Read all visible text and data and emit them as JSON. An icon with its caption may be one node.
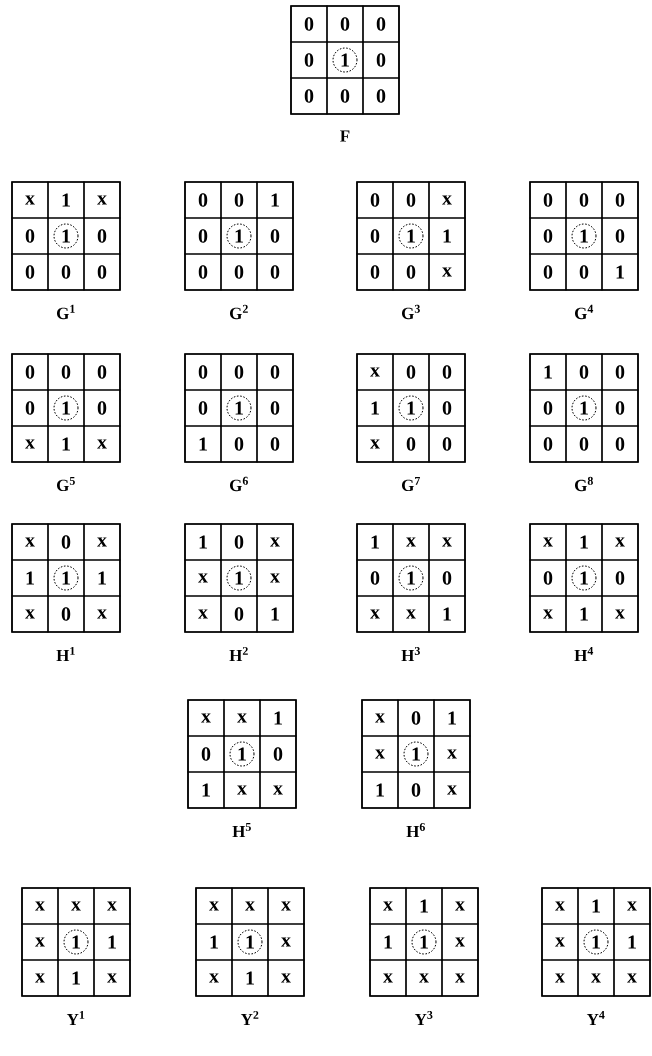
{
  "diagram": {
    "nodes": [
      {
        "text": [
          "F"
        ]
      },
      {
        "text": [
          "0"
        ],
        "in": 0
      },
      {
        "text": [
          "0"
        ],
        "in": 0
      },
      {
        "text": [
          "0"
        ],
        "in": 0
      },
      {
        "text": [
          "0"
        ],
        "in": 0
      },
      {
        "text": [
          "1"
        ],
        "in": 0
      },
      {
        "text": [
          "0"
        ],
        "in": 0
      },
      {
        "text": [
          "0"
        ],
        "in": 0
      },
      {
        "text": [
          "0"
        ],
        "in": 0
      },
      {
        "text": [
          "0"
        ],
        "in": 0
      },
      {
        "text": [
          "G$^{1}$"
        ]
      },
      {
        "text": [
          "x"
        ],
        "in": 10
      },
      {
        "text": [
          "1"
        ],
        "in": 10
      },
      {
        "text": [
          "x"
        ],
        "in": 10
      },
      {
        "text": [
          "0"
        ],
        "in": 10
      },
      {
        "text": [
          "1"
        ],
        "in": 10
      },
      {
        "text": [
          "0"
        ],
        "in": 10
      },
      {
        "text": [
          "0"
        ],
        "in": 10
      },
      {
        "text": [
          "0"
        ],
        "in": 10
      },
      {
        "text": [
          "0"
        ],
        "in": 10
      },
      {
        "text": [
          "G$^{2}$"
        ]
      },
      {
        "text": [
          "0"
        ],
        "in": 20
      },
      {
        "text": [
          "0"
        ],
        "in": 20
      },
      {
        "text": [
          "1"
        ],
        "in": 20
      },
      {
        "text": [
          "0"
        ],
        "in": 20
      },
      {
        "text": [
          "1"
        ],
        "in": 20
      },
      {
        "text": [
          "0"
        ],
        "in": 20
      },
      {
        "text": [
          "0"
        ],
        "in": 20
      },
      {
        "text": [
          "0"
        ],
        "in": 20
      },
      {
        "text": [
          "0"
        ],
        "in": 20
      },
      {
        "text": [
          "G$^{3}$"
        ]
      },
      {
        "text": [
          "0"
        ],
        "in": 30
      },
      {
        "text": [
          "0"
        ],
        "in": 30
      },
      {
        "text": [
          "x"
        ],
        "in": 30
      },
      {
        "text": [
          "0"
        ],
        "in": 30
      },
      {
        "text": [
          "1"
        ],
        "in": 30
      },
      {
        "text": [
          "1"
        ],
        "in": 30
      },
      {
        "text": [
          "0"
        ],
        "in": 30
      },
      {
        "text": [
          "0"
        ],
        "in": 30
      },
      {
        "text": [
          "x"
        ],
        "in": 30
      },
      {
        "text": [
          "G$^{4}$"
        ]
      },
      {
        "text": [
          "0"
        ],
        "in": 40
      },
      {
        "text": [
          "0"
        ],
        "in": 40
      },
      {
        "text": [
          "0"
        ],
        "in": 40
      },
      {
        "text": [
          "0"
        ],
        "in": 40
      },
      {
        "text": [
          "1"
        ],
        "in": 40
      },
      {
        "text": [
          "0"
        ],
        "in": 40
      },
      {
        "text": [
          "0"
        ],
        "in": 40
      },
      {
        "text": [
          "0"
        ],
        "in": 40
      },
      {
        "text": [
          "1"
        ],
        "in": 40
      },
      {
        "text": [
          "G$^{5}$"
        ]
      },
      {
        "text": [
          "0"
        ],
        "in": 50
      },
      {
        "text": [
          "0"
        ],
        "in": 50
      },
      {
        "text": [
          "0"
        ],
        "in": 50
      },
      {
        "text": [
          "0"
        ],
        "in": 50
      },
      {
        "text": [
          "1"
        ],
        "in": 50
      },
      {
        "text": [
          "0"
        ],
        "in": 50
      },
      {
        "text": [
          "x"
        ],
        "in": 50
      },
      {
        "text": [
          "1"
        ],
        "in": 50
      },
      {
        "text": [
          "x"
        ],
        "in": 50
      },
      {
        "text": [
          "G$^{6}$"
        ]
      },
      {
        "text": [
          "0"
        ],
        "in": 60
      },
      {
        "text": [
          "0"
        ],
        "in": 60
      },
      {
        "text": [
          "0"
        ],
        "in": 60
      },
      {
        "text": [
          "0"
        ],
        "in": 60
      },
      {
        "text": [
          "1"
        ],
        "in": 60
      },
      {
        "text": [
          "0"
        ],
        "in": 60
      },
      {
        "text": [
          "1"
        ],
        "in": 60
      },
      {
        "text": [
          "0"
        ],
        "in": 60
      },
      {
        "text": [
          "0"
        ],
        "in": 60
      },
      {
        "text": [
          "G$^{7}$"
        ]
      },
      {
        "text": [
          "x"
        ],
        "in": 70
      },
      {
        "text": [
          "0"
        ],
        "in": 70
      },
      {
        "text": [
          "0"
        ],
        "in": 70
      },
      {
        "text": [
          "1"
        ],
        "in": 70
      },
      {
        "text": [
          "1"
        ],
        "in": 70
      },
      {
        "text": [
          "0"
        ],
        "in": 70
      },
      {
        "text": [
          "x"
        ],
        "in": 70
      },
      {
        "text": [
          "0"
        ],
        "in": 70
      },
      {
        "text": [
          "0"
        ],
        "in": 70
      },
      {
        "text": [
          "G$^{8}$"
        ]
      },
      {
        "text": [
          "1"
        ],
        "in": 80
      },
      {
        "text": [
          "0"
        ],
        "in": 80
      },
      {
        "text": [
          "0"
        ],
        "in": 80
      },
      {
        "text": [
          "0"
        ],
        "in": 80
      },
      {
        "text": [
          "1"
        ],
        "in": 80
      },
      {
        "text": [
          "0"
        ],
        "in": 80
      },
      {
        "text": [
          "0"
        ],
        "in": 80
      },
      {
        "text": [
          "0"
        ],
        "in": 80
      },
      {
        "text": [
          "0"
        ],
        "in": 80
      },
      {
        "text": [
          "H$^{1}$"
        ]
      },
      {
        "text": [
          "x"
        ],
        "in": 90
      },
      {
        "text": [
          "0"
        ],
        "in": 90
      },
      {
        "text": [
          "x"
        ],
        "in": 90
      },
      {
        "text": [
          "1"
        ],
        "in": 90
      },
      {
        "text": [
          "1"
        ],
        "in": 90
      },
      {
        "text": [
          "1"
        ],
        "in": 90
      },
      {
        "text": [
          "x"
        ],
        "in": 90
      },
      {
        "text": [
          "0"
        ],
        "in": 90
      },
      {
        "text": [
          "x"
        ],
        "in": 90
      },
      {
        "text": [
          "H$^{2}$"
        ]
      },
      {
        "text": [
          "1"
        ],
        "in": 100
      },
      {
        "text": [
          "0"
        ],
        "in": 100
      },
      {
        "text": [
          "x"
        ],
        "in": 100
      },
      {
        "text": [
          "x"
        ],
        "in": 100
      },
      {
        "text": [
          "1"
        ],
        "in": 100
      },
      {
        "text": [
          "x"
        ],
        "in": 100
      },
      {
        "text": [
          "x"
        ],
        "in": 100
      },
      {
        "text": [
          "0"
        ],
        "in": 100
      },
      {
        "text": [
          "1"
        ],
        "in": 100
      },
      {
        "text": [
          "H$^{3}$"
        ]
      },
      {
        "text": [
          "1"
        ],
        "in": 110
      },
      {
        "text": [
          "x"
        ],
        "in": 110
      },
      {
        "text": [
          "x"
        ],
        "in": 110
      },
      {
        "text": [
          "0"
        ],
        "in": 110
      },
      {
        "text": [
          "1"
        ],
        "in": 110
      },
      {
        "text": [
          "0"
        ],
        "in": 110
      },
      {
        "text": [
          "x"
        ],
        "in": 110
      },
      {
        "text": [
          "x"
        ],
        "in": 110
      },
      {
        "text": [
          "1"
        ],
        "in": 110
      },
      {
        "text": [
          "H$^{4}$"
        ]
      },
      {
        "text": [
          "x"
        ],
        "in": 120
      },
      {
        "text": [
          "1"
        ],
        "in": 120
      },
      {
        "text": [
          "x"
        ],
        "in": 120
      },
      {
        "text": [
          "0"
        ],
        "in": 120
      },
      {
        "text": [
          "1"
        ],
        "in": 120
      },
      {
        "text": [
          "0"
        ],
        "in": 120
      },
      {
        "text": [
          "x"
        ],
        "in": 120
      },
      {
        "text": [
          "1"
        ],
        "in": 120
      },
      {
        "text": [
          "x"
        ],
        "in": 120
      },
      {
        "text": [
          "H$^{5}$"
        ]
      },
      {
        "text": [
          "x"
        ],
        "in": 130
      },
      {
        "text": [
          "x"
        ],
        "in": 130
      },
      {
        "text": [
          "1"
        ],
        "in": 130
      },
      {
        "text": [
          "0"
        ],
        "in": 130
      },
      {
        "text": [
          "1"
        ],
        "in": 130
      },
      {
        "text": [
          "0"
        ],
        "in": 130
      },
      {
        "text": [
          "1"
        ],
        "in": 130
      },
      {
        "text": [
          "x"
        ],
        "in": 130
      },
      {
        "text": [
          "x"
        ],
        "in": 130
      },
      {
        "text": [
          "H$^{6}$"
        ]
      },
      {
        "text": [
          "x"
        ],
        "in": 140
      },
      {
        "text": [
          "0"
        ],
        "in": 140
      },
      {
        "text": [
          "1"
        ],
        "in": 140
      },
      {
        "text": [
          "x"
        ],
        "in": 140
      },
      {
        "text": [
          "1"
        ],
        "in": 140
      },
      {
        "text": [
          "x"
        ],
        "in": 140
      },
      {
        "text": [
          "1"
        ],
        "in": 140
      },
      {
        "text": [
          "0"
        ],
        "in": 140
      },
      {
        "text": [
          "x"
        ],
        "in": 140
      },
      {
        "text": [
          "Y$^{1}$"
        ]
      },
      {
        "text": [
          "x"
        ],
        "in": 150
      },
      {
        "text": [
          "x"
        ],
        "in": 150
      },
      {
        "text": [
          "x"
        ],
        "in": 150
      },
      {
        "text": [
          "x"
        ],
        "in": 150
      },
      {
        "text": [
          "1"
        ],
        "in": 150
      },
      {
        "text": [
          "1"
        ],
        "in": 150
      },
      {
        "text": [
          "x"
        ],
        "in": 150
      },
      {
        "text": [
          "1"
        ],
        "in": 150
      },
      {
        "text": [
          "x"
        ],
        "in": 150
      },
      {
        "text": [
          "Y$^{2}$"
        ]
      },
      {
        "text": [
          "x"
        ],
        "in": 160
      },
      {
        "text": [
          "x"
        ],
        "in": 160
      },
      {
        "text": [
          "x"
        ],
        "in": 160
      },
      {
        "text": [
          "1"
        ],
        "in": 160
      },
      {
        "text": [
          "1"
        ],
        "in": 160
      },
      {
        "text": [
          "x"
        ],
        "in": 160
      },
      {
        "text": [
          "x"
        ],
        "in": 160
      },
      {
        "text": [
          "1"
        ],
        "in": 160
      },
      {
        "text": [
          "x"
        ],
        "in": 160
      },
      {
        "text": [
          "Y$^{3}$"
        ]
      },
      {
        "text": [
          "x"
        ],
        "in": 170
      },
      {
        "text": [
          "1"
        ],
        "in": 170
      },
      {
        "text": [
          "x"
        ],
        "in": 170
      },
      {
        "text": [
          "1"
        ],
        "in": 170
      },
      {
        "text": [
          "1"
        ],
        "in": 170
      },
      {
        "text": [
          "x"
        ],
        "in": 170
      },
      {
        "text": [
          "x"
        ],
        "in": 170
      },
      {
        "text": [
          "x"
        ],
        "in": 170
      },
      {
        "text": [
          "x"
        ],
        "in": 170
      },
      {
        "text": [
          "Y$^{4}$"
        ]
      },
      {
        "text": [
          "x"
        ],
        "in": 180
      },
      {
        "text": [
          "1"
        ],
        "in": 180
      },
      {
        "text": [
          "x"
        ],
        "in": 180
      },
      {
        "text": [
          "x"
        ],
        "in": 180
      },
      {
        "text": [
          "1"
        ],
        "in": 180
      },
      {
        "text": [
          "1"
        ],
        "in": 180
      },
      {
        "text": [
          "x"
        ],
        "in": 180
      },
      {
        "text": [
          "x"
        ],
        "in": 180
      },
      {
        "text": [
          "x"
        ],
        "in": 180
      }
    ]
  }
}
